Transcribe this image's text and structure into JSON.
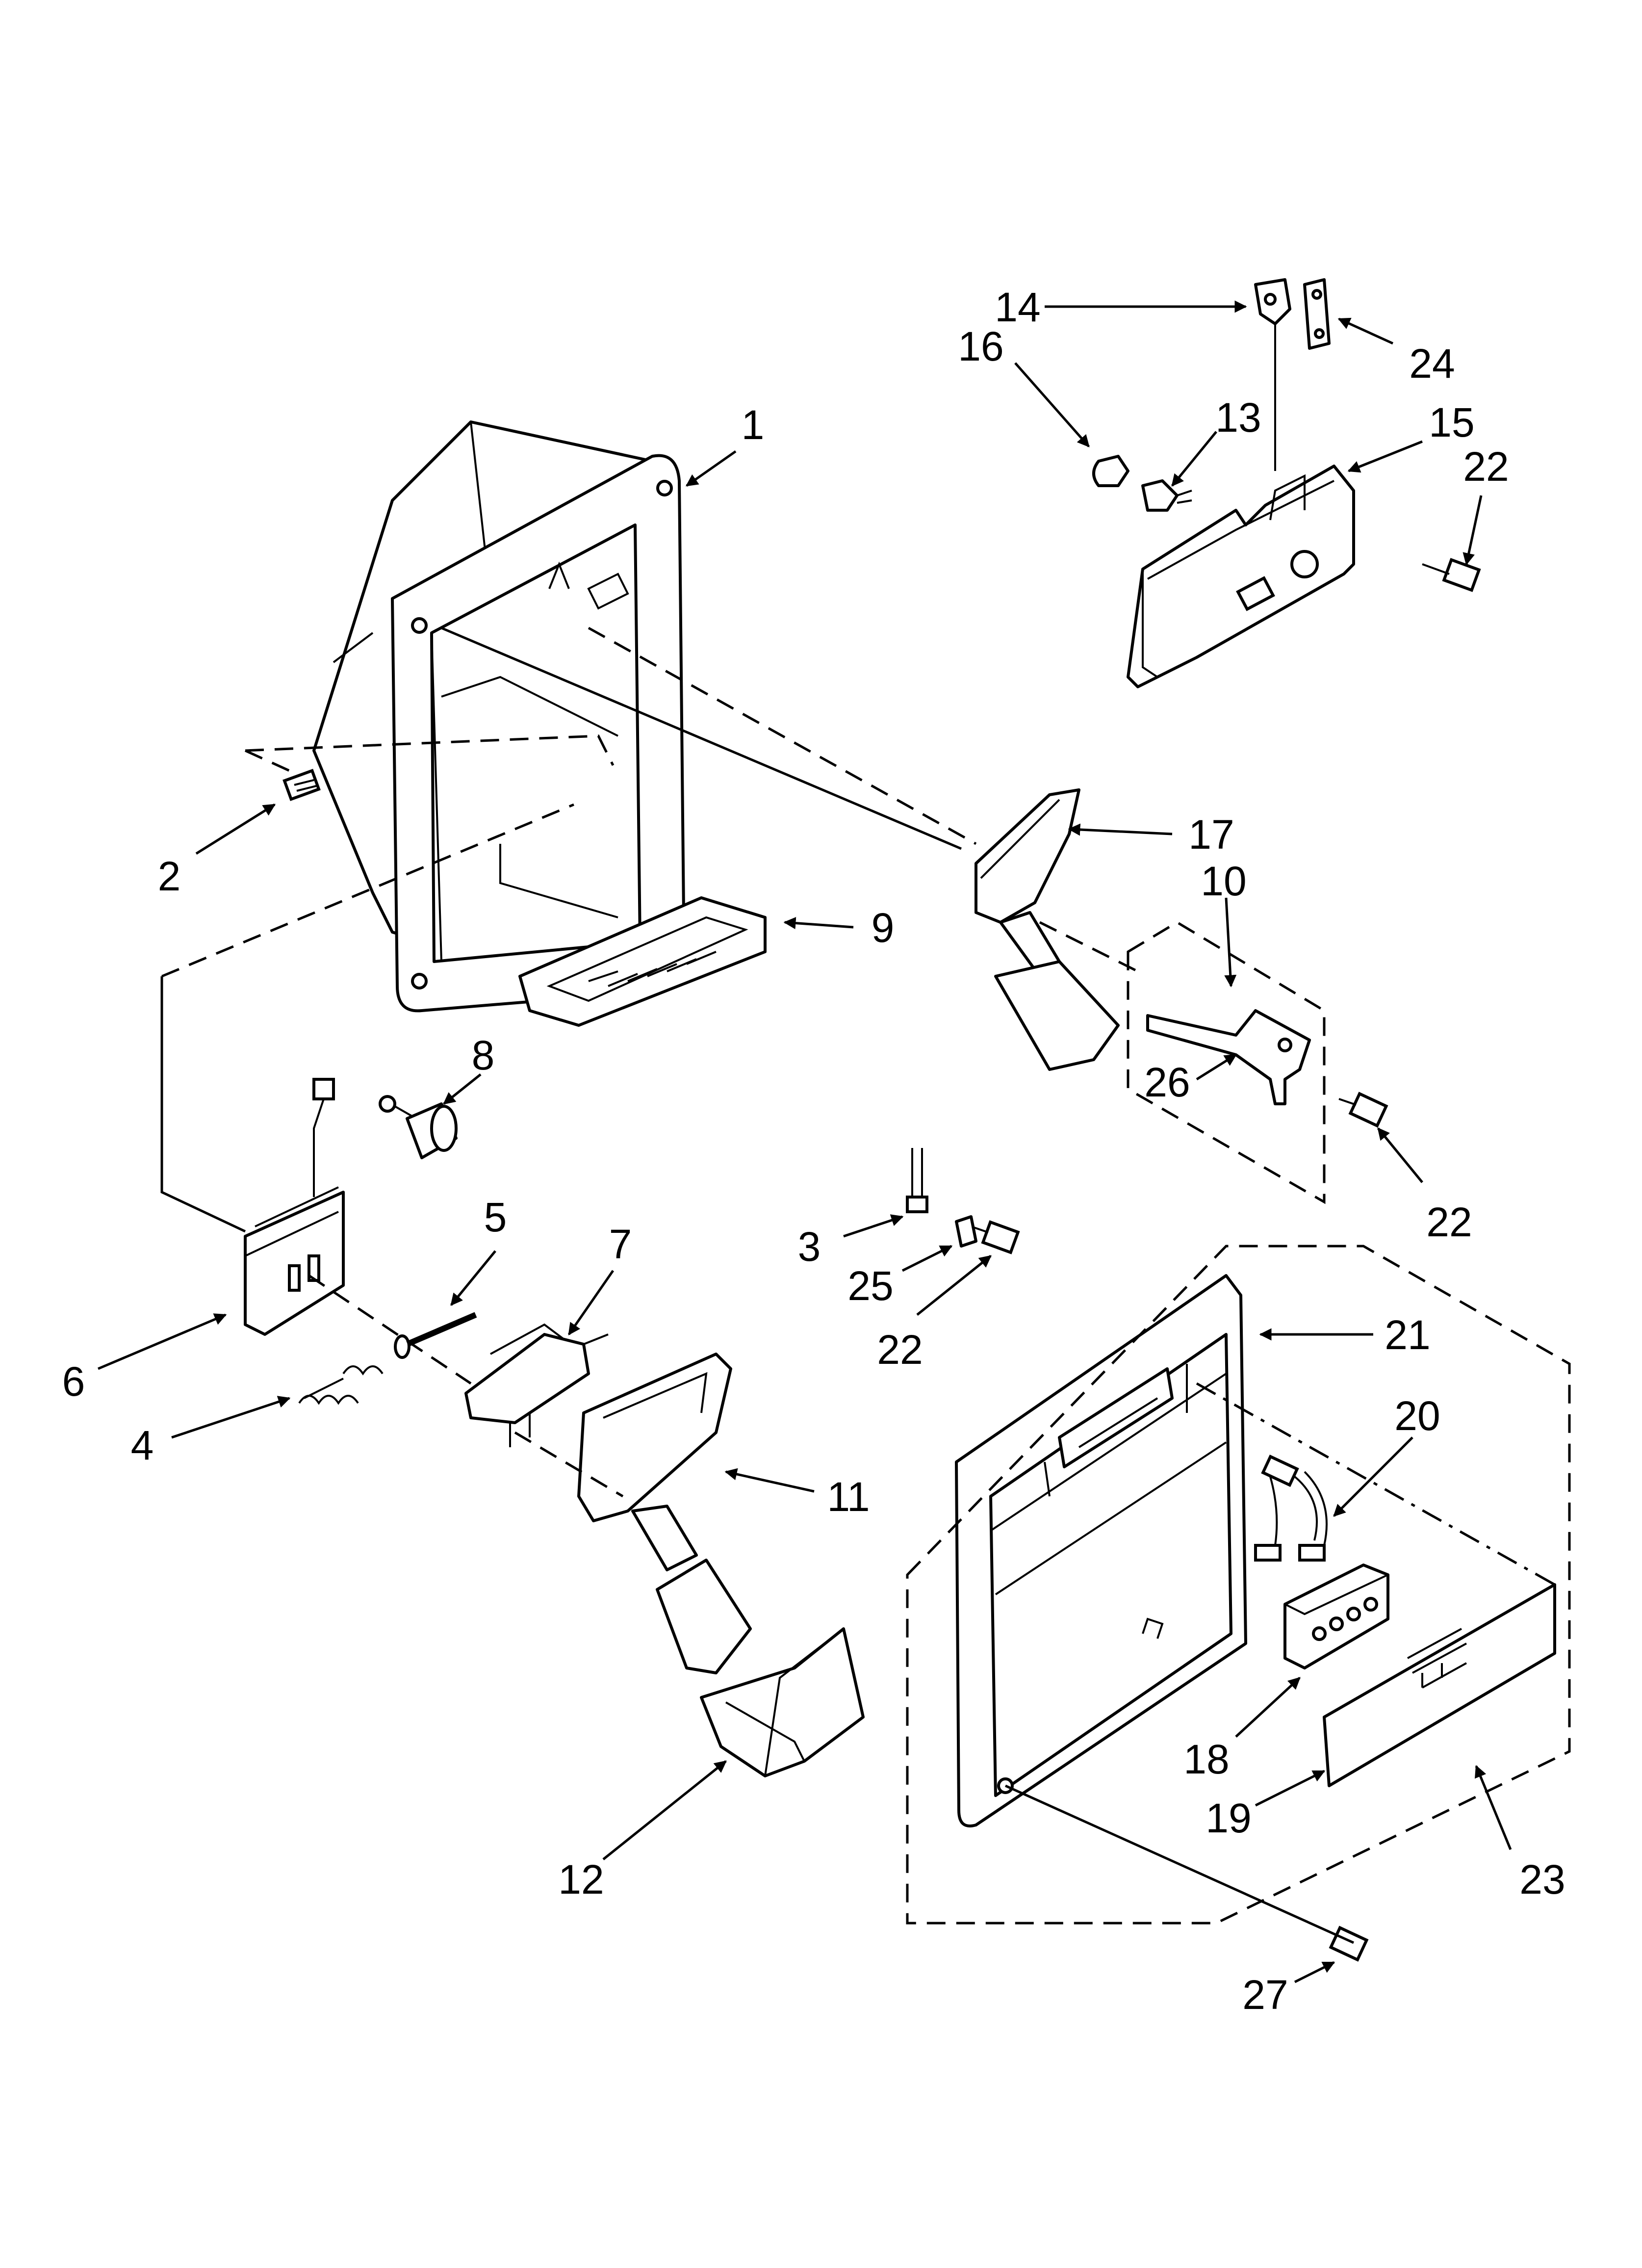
{
  "callouts": [
    {
      "id": "c1",
      "label": "1"
    },
    {
      "id": "c2",
      "label": "2"
    },
    {
      "id": "c3",
      "label": "3"
    },
    {
      "id": "c4",
      "label": "4"
    },
    {
      "id": "c5",
      "label": "5"
    },
    {
      "id": "c6",
      "label": "6"
    },
    {
      "id": "c7",
      "label": "7"
    },
    {
      "id": "c8",
      "label": "8"
    },
    {
      "id": "c9",
      "label": "9"
    },
    {
      "id": "c10",
      "label": "10"
    },
    {
      "id": "c11",
      "label": "11"
    },
    {
      "id": "c12",
      "label": "12"
    },
    {
      "id": "c13",
      "label": "13"
    },
    {
      "id": "c14",
      "label": "14"
    },
    {
      "id": "c15",
      "label": "15"
    },
    {
      "id": "c16",
      "label": "16"
    },
    {
      "id": "c17",
      "label": "17"
    },
    {
      "id": "c18",
      "label": "18"
    },
    {
      "id": "c19",
      "label": "19"
    },
    {
      "id": "c20",
      "label": "20"
    },
    {
      "id": "c21",
      "label": "21"
    },
    {
      "id": "c22a",
      "label": "22"
    },
    {
      "id": "c22b",
      "label": "22"
    },
    {
      "id": "c22c",
      "label": "22"
    },
    {
      "id": "c23",
      "label": "23"
    },
    {
      "id": "c24",
      "label": "24"
    },
    {
      "id": "c25",
      "label": "25"
    },
    {
      "id": "c26",
      "label": "26"
    },
    {
      "id": "c27",
      "label": "27"
    }
  ]
}
